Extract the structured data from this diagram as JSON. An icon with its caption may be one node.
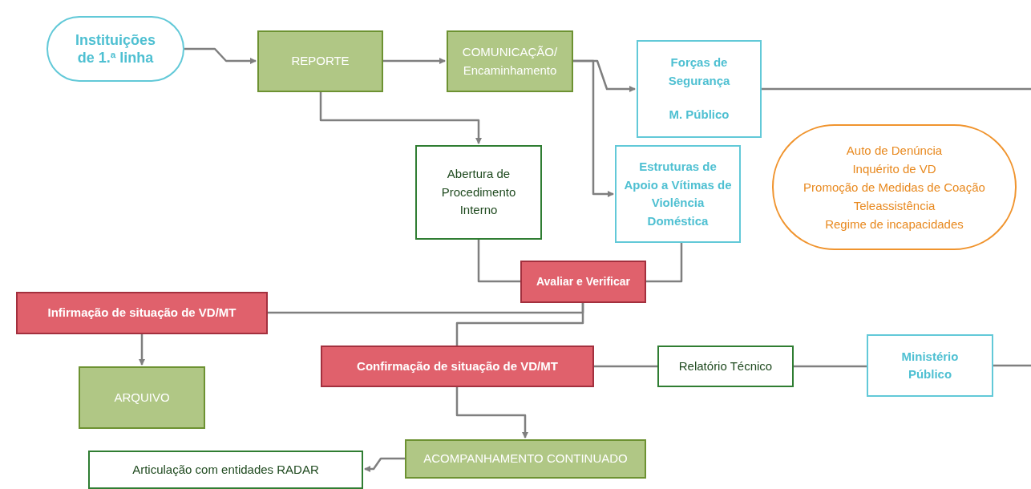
{
  "diagram": {
    "nodes": [
      {
        "text": [
          "Instituições de 1.ª linha"
        ]
      },
      {
        "text": [
          "REPORTE"
        ]
      },
      {
        "text": [
          "COMUNICAÇÃO/ Encaminhamento"
        ]
      },
      {
        "text": [
          "Forças de Segurança",
          "M. Público"
        ]
      },
      {
        "text": [
          "Abertura de Procedimento Interno"
        ]
      },
      {
        "text": [
          "Estruturas de Apoio a Vítimas de Violência Doméstica"
        ]
      },
      {
        "text": [
          "Auto de Denúncia",
          "Inquérito de VD",
          "Promoção de Medidas de Coação",
          "Teleassistência",
          "Regime de incapacidades"
        ]
      },
      {
        "text": [
          "Avaliar e Verificar"
        ]
      },
      {
        "text": [
          "Infirmação de situação de VD/MT"
        ]
      },
      {
        "text": [
          "ARQUIVO"
        ]
      },
      {
        "text": [
          "Confirmação de situação de VD/MT"
        ]
      },
      {
        "text": [
          "Relatório Técnico"
        ]
      },
      {
        "text": [
          "Ministério Público"
        ]
      },
      {
        "text": [
          "ACOMPANHAMENTO CONTINUADO"
        ]
      },
      {
        "text": [
          "Articulação com entidades RADAR"
        ]
      }
    ],
    "edges": [
      {
        "from": 0,
        "to": 1,
        "arrow": "to"
      },
      {
        "from": 1,
        "to": 2,
        "arrow": "to"
      },
      {
        "from": 2,
        "to": 3,
        "arrow": "to"
      },
      {
        "from": 1,
        "to": 4,
        "arrow": "to"
      },
      {
        "from": 2,
        "to": 5,
        "arrow": "to"
      },
      {
        "from": 4,
        "to": 7,
        "arrow": "none"
      },
      {
        "from": 5,
        "to": 7,
        "arrow": "none"
      },
      {
        "from": 7,
        "to": 8,
        "arrow": "none"
      },
      {
        "from": 7,
        "to": 10,
        "arrow": "none"
      },
      {
        "from": 8,
        "to": 9,
        "arrow": "to"
      },
      {
        "from": 10,
        "to": 11,
        "arrow": "none"
      },
      {
        "from": 11,
        "to": 12,
        "arrow": "none"
      },
      {
        "from": 10,
        "to": 13,
        "arrow": "to"
      },
      {
        "from": 13,
        "to": 14,
        "arrow": "to"
      },
      {
        "from": 3,
        "to": null,
        "arrow": "none"
      },
      {
        "from": 12,
        "to": null,
        "arrow": "none"
      }
    ]
  }
}
